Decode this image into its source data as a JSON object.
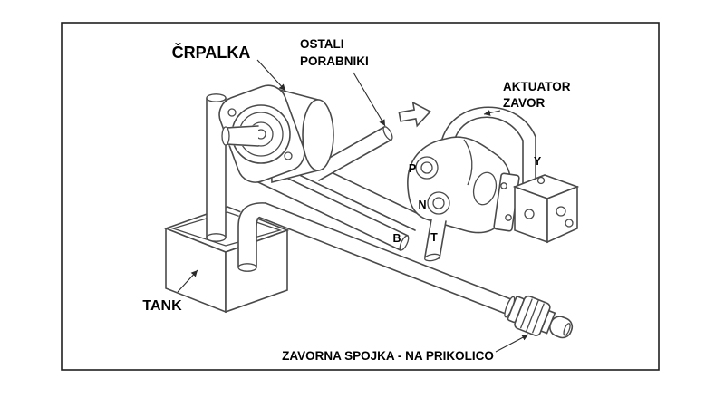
{
  "figure": {
    "labels": {
      "pump": "ČRPALKA",
      "consumers_line1": "OSTALI",
      "consumers_line2": "PORABNIKI",
      "actuator_line1": "AKTUATOR",
      "actuator_line2": "ZAVOR",
      "tank": "TANK",
      "coupling": "ZAVORNA SPOJKA - NA PRIKOLICO"
    },
    "ports": {
      "p": "P",
      "n": "N",
      "b": "B",
      "t": "T",
      "y": "Y"
    },
    "colors": {
      "line": "#4a4a4a",
      "label": "#000000",
      "background": "#ffffff"
    }
  }
}
